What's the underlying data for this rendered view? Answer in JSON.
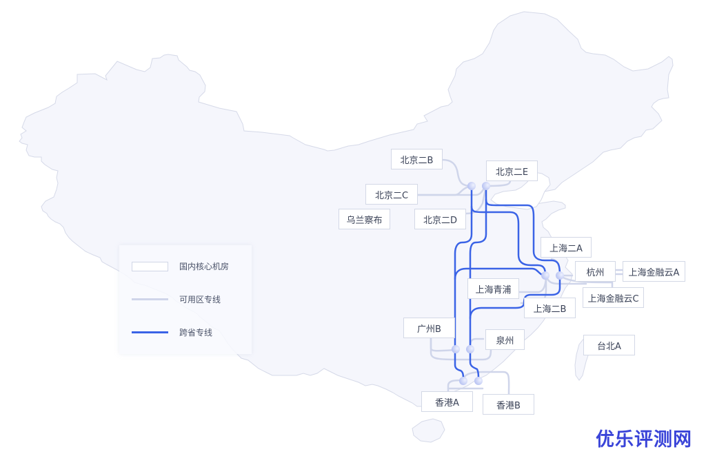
{
  "colors": {
    "land_fill": "#f5f6fc",
    "land_stroke": "#d5d9e8",
    "az_line": "#cfd5ea",
    "cross_line": "#3a63e6",
    "node_dot": "#c6cff5",
    "box_border": "#d3d8e6",
    "text": "#3a4257",
    "watermark": "#3a44d8"
  },
  "nodes": [
    {
      "id": "bj2b",
      "label": "北京二B"
    },
    {
      "id": "bj2e",
      "label": "北京二E"
    },
    {
      "id": "bj2c",
      "label": "北京二C"
    },
    {
      "id": "bj2d",
      "label": "北京二D"
    },
    {
      "id": "wlcb",
      "label": "乌兰察布"
    },
    {
      "id": "sh2a",
      "label": "上海二A"
    },
    {
      "id": "hz",
      "label": "杭州"
    },
    {
      "id": "shjra",
      "label": "上海金融云A"
    },
    {
      "id": "shqp",
      "label": "上海青浦"
    },
    {
      "id": "shjrc",
      "label": "上海金融云C"
    },
    {
      "id": "sh2b",
      "label": "上海二B"
    },
    {
      "id": "gzb",
      "label": "广州B"
    },
    {
      "id": "qz",
      "label": "泉州"
    },
    {
      "id": "tba",
      "label": "台北A"
    },
    {
      "id": "hka",
      "label": "香港A"
    },
    {
      "id": "hkb",
      "label": "香港B"
    }
  ],
  "hubs": [
    {
      "id": "beijing-hub-1",
      "region": "北京"
    },
    {
      "id": "beijing-hub-2",
      "region": "北京"
    },
    {
      "id": "shanghai-hub-1",
      "region": "上海"
    },
    {
      "id": "shanghai-hub-2",
      "region": "上海"
    },
    {
      "id": "guangzhou-hub-1",
      "region": "广州"
    },
    {
      "id": "guangzhou-hub-2",
      "region": "广州"
    },
    {
      "id": "hongkong-hub-1",
      "region": "香港"
    },
    {
      "id": "hongkong-hub-2",
      "region": "香港"
    }
  ],
  "legend": {
    "items": [
      {
        "type": "box",
        "label": "国内核心机房"
      },
      {
        "type": "az-line",
        "label": "可用区专线"
      },
      {
        "type": "cross-line",
        "label": "跨省专线"
      }
    ]
  },
  "watermark": "优乐评测网"
}
